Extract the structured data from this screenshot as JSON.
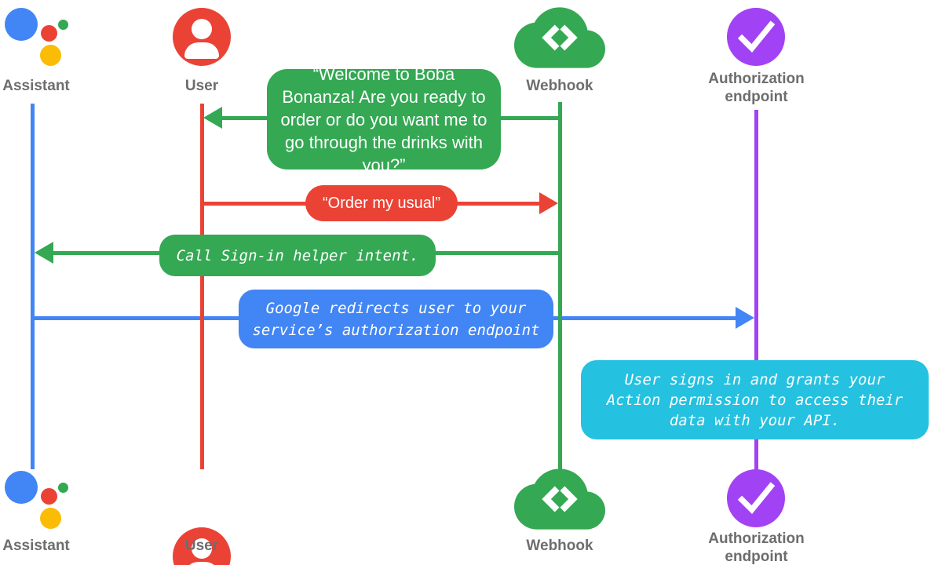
{
  "diagram": {
    "type": "sequence-diagram",
    "topic": "Assistant account linking sign-in flow"
  },
  "colors": {
    "assistant_blue": "#4285F4",
    "user_red": "#EA4335",
    "webhook_green": "#34A853",
    "auth_purple": "#A142F4",
    "note_cyan": "#24C1E0",
    "logo_yellow": "#FBBC05",
    "label_gray": "#6D6D6D"
  },
  "actors": {
    "assistant": {
      "label": "Assistant",
      "icon": "google-assistant-logo",
      "lifeline_color": "#4285F4"
    },
    "user": {
      "label": "User",
      "icon": "person-icon",
      "lifeline_color": "#EA4335"
    },
    "webhook": {
      "label": "Webhook",
      "icon": "cloud-code-icon",
      "lifeline_color": "#34A853"
    },
    "auth_endpoint": {
      "label_line1": "Authorization",
      "label_line2": "endpoint",
      "icon": "checkmark-circle-icon",
      "lifeline_color": "#A142F4"
    }
  },
  "messages": {
    "welcome": {
      "text": "“Welcome to Boba Bonanza! Are you ready to order or do you want me to go through the drinks with you?”",
      "from": "Webhook",
      "to": "User",
      "direction": "left",
      "color": "#34A853",
      "style": "speech"
    },
    "order": {
      "text": "“Order my usual”",
      "from": "User",
      "to": "Webhook",
      "direction": "right",
      "color": "#EA4335",
      "style": "speech"
    },
    "signin_intent": {
      "text": "Call Sign-in helper intent.",
      "from": "Webhook",
      "to": "Assistant",
      "direction": "left",
      "color": "#34A853",
      "style": "code"
    },
    "redirect": {
      "text": "Google redirects user to your service’s authorization endpoint",
      "from": "Assistant",
      "to": "Authorization endpoint",
      "direction": "right",
      "color": "#4285F4",
      "style": "code"
    },
    "signin_note": {
      "text": "User signs in and grants your Action permission to access their data with your API.",
      "on": "Authorization endpoint",
      "color": "#24C1E0",
      "style": "code"
    }
  }
}
